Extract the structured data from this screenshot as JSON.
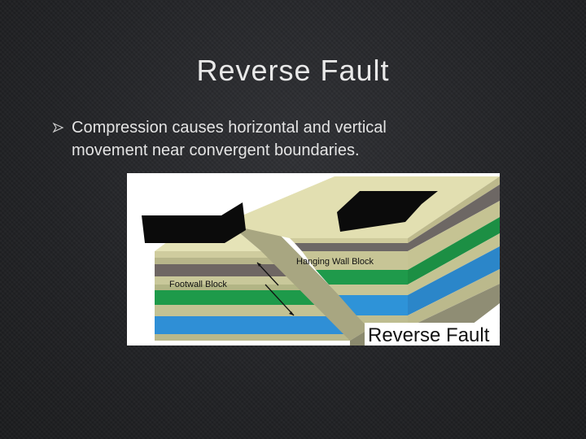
{
  "slide": {
    "title": "Reverse Fault",
    "bullets": [
      "Compression causes horizontal and vertical movement near convergent boundaries."
    ],
    "bullet_icon": "hollow-arrow-bullet"
  },
  "diagram": {
    "hanging_wall_label": "Hanging Wall Block",
    "footwall_label": "Footwall Block",
    "caption": "Reverse Fault"
  }
}
